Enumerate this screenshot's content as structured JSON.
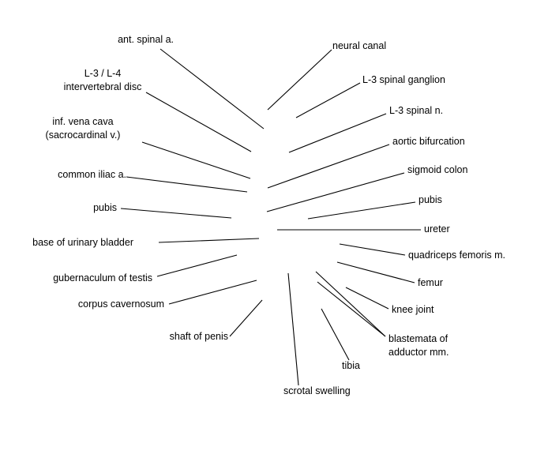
{
  "labels": {
    "ant_spinal_a": "ant. spinal a.",
    "l3_l4_disc_1": "L-3 / L-4",
    "l3_l4_disc_2": "intervertebral disc",
    "inf_vena_cava_1": "inf. vena cava",
    "inf_vena_cava_2": "(sacrocardinal v.)",
    "common_iliac_a": "common iliac a.",
    "pubis_left": "pubis",
    "base_urinary_bladder": "base of urinary bladder",
    "gubernaculum_testis": "gubernaculum of testis",
    "corpus_cavernosum": "corpus cavernosum",
    "shaft_of_penis": "shaft of penis",
    "scrotal_swelling": "scrotal swelling",
    "tibia": "tibia",
    "blastemata_1": "blastemata of",
    "blastemata_2": "adductor mm.",
    "knee_joint": "knee joint",
    "femur": "femur",
    "quadriceps_femoris": "quadriceps femoris m.",
    "ureter": "ureter",
    "pubis_right": "pubis",
    "sigmoid_colon": "sigmoid colon",
    "aortic_bifurcation": "aortic bifurcation",
    "l3_spinal_n": "L-3 spinal n.",
    "l3_spinal_ganglion": "L-3 spinal ganglion",
    "neural_canal": "neural canal"
  },
  "colors": {
    "background": "#ffffff",
    "line": "#000000",
    "text": "#000000"
  }
}
